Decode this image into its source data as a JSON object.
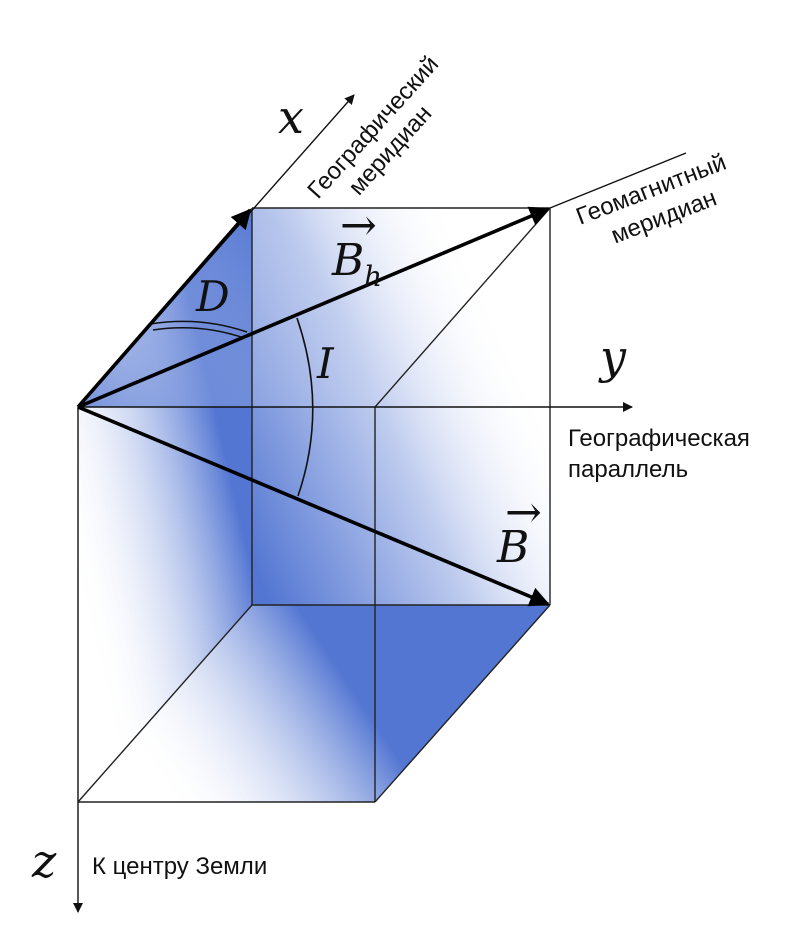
{
  "axes": {
    "x": {
      "symbol": "x",
      "label_line1": "Географический",
      "label_line2": "меридиан"
    },
    "y": {
      "symbol": "y",
      "label_line1": "Географическая",
      "label_line2": "параллель"
    },
    "z": {
      "symbol": "z",
      "label": "К центру Земли"
    }
  },
  "magnetic_meridian": {
    "line1": "Геомагнитный",
    "line2": "меридиан"
  },
  "vectors": {
    "horizontal": {
      "symbol": "B",
      "subscript": "h",
      "arrow": "→"
    },
    "total": {
      "symbol": "B",
      "arrow": "→"
    }
  },
  "angles": {
    "declination": "D",
    "inclination": "I"
  },
  "colors": {
    "shade": "#4a6fd0",
    "lines": "#222222"
  }
}
